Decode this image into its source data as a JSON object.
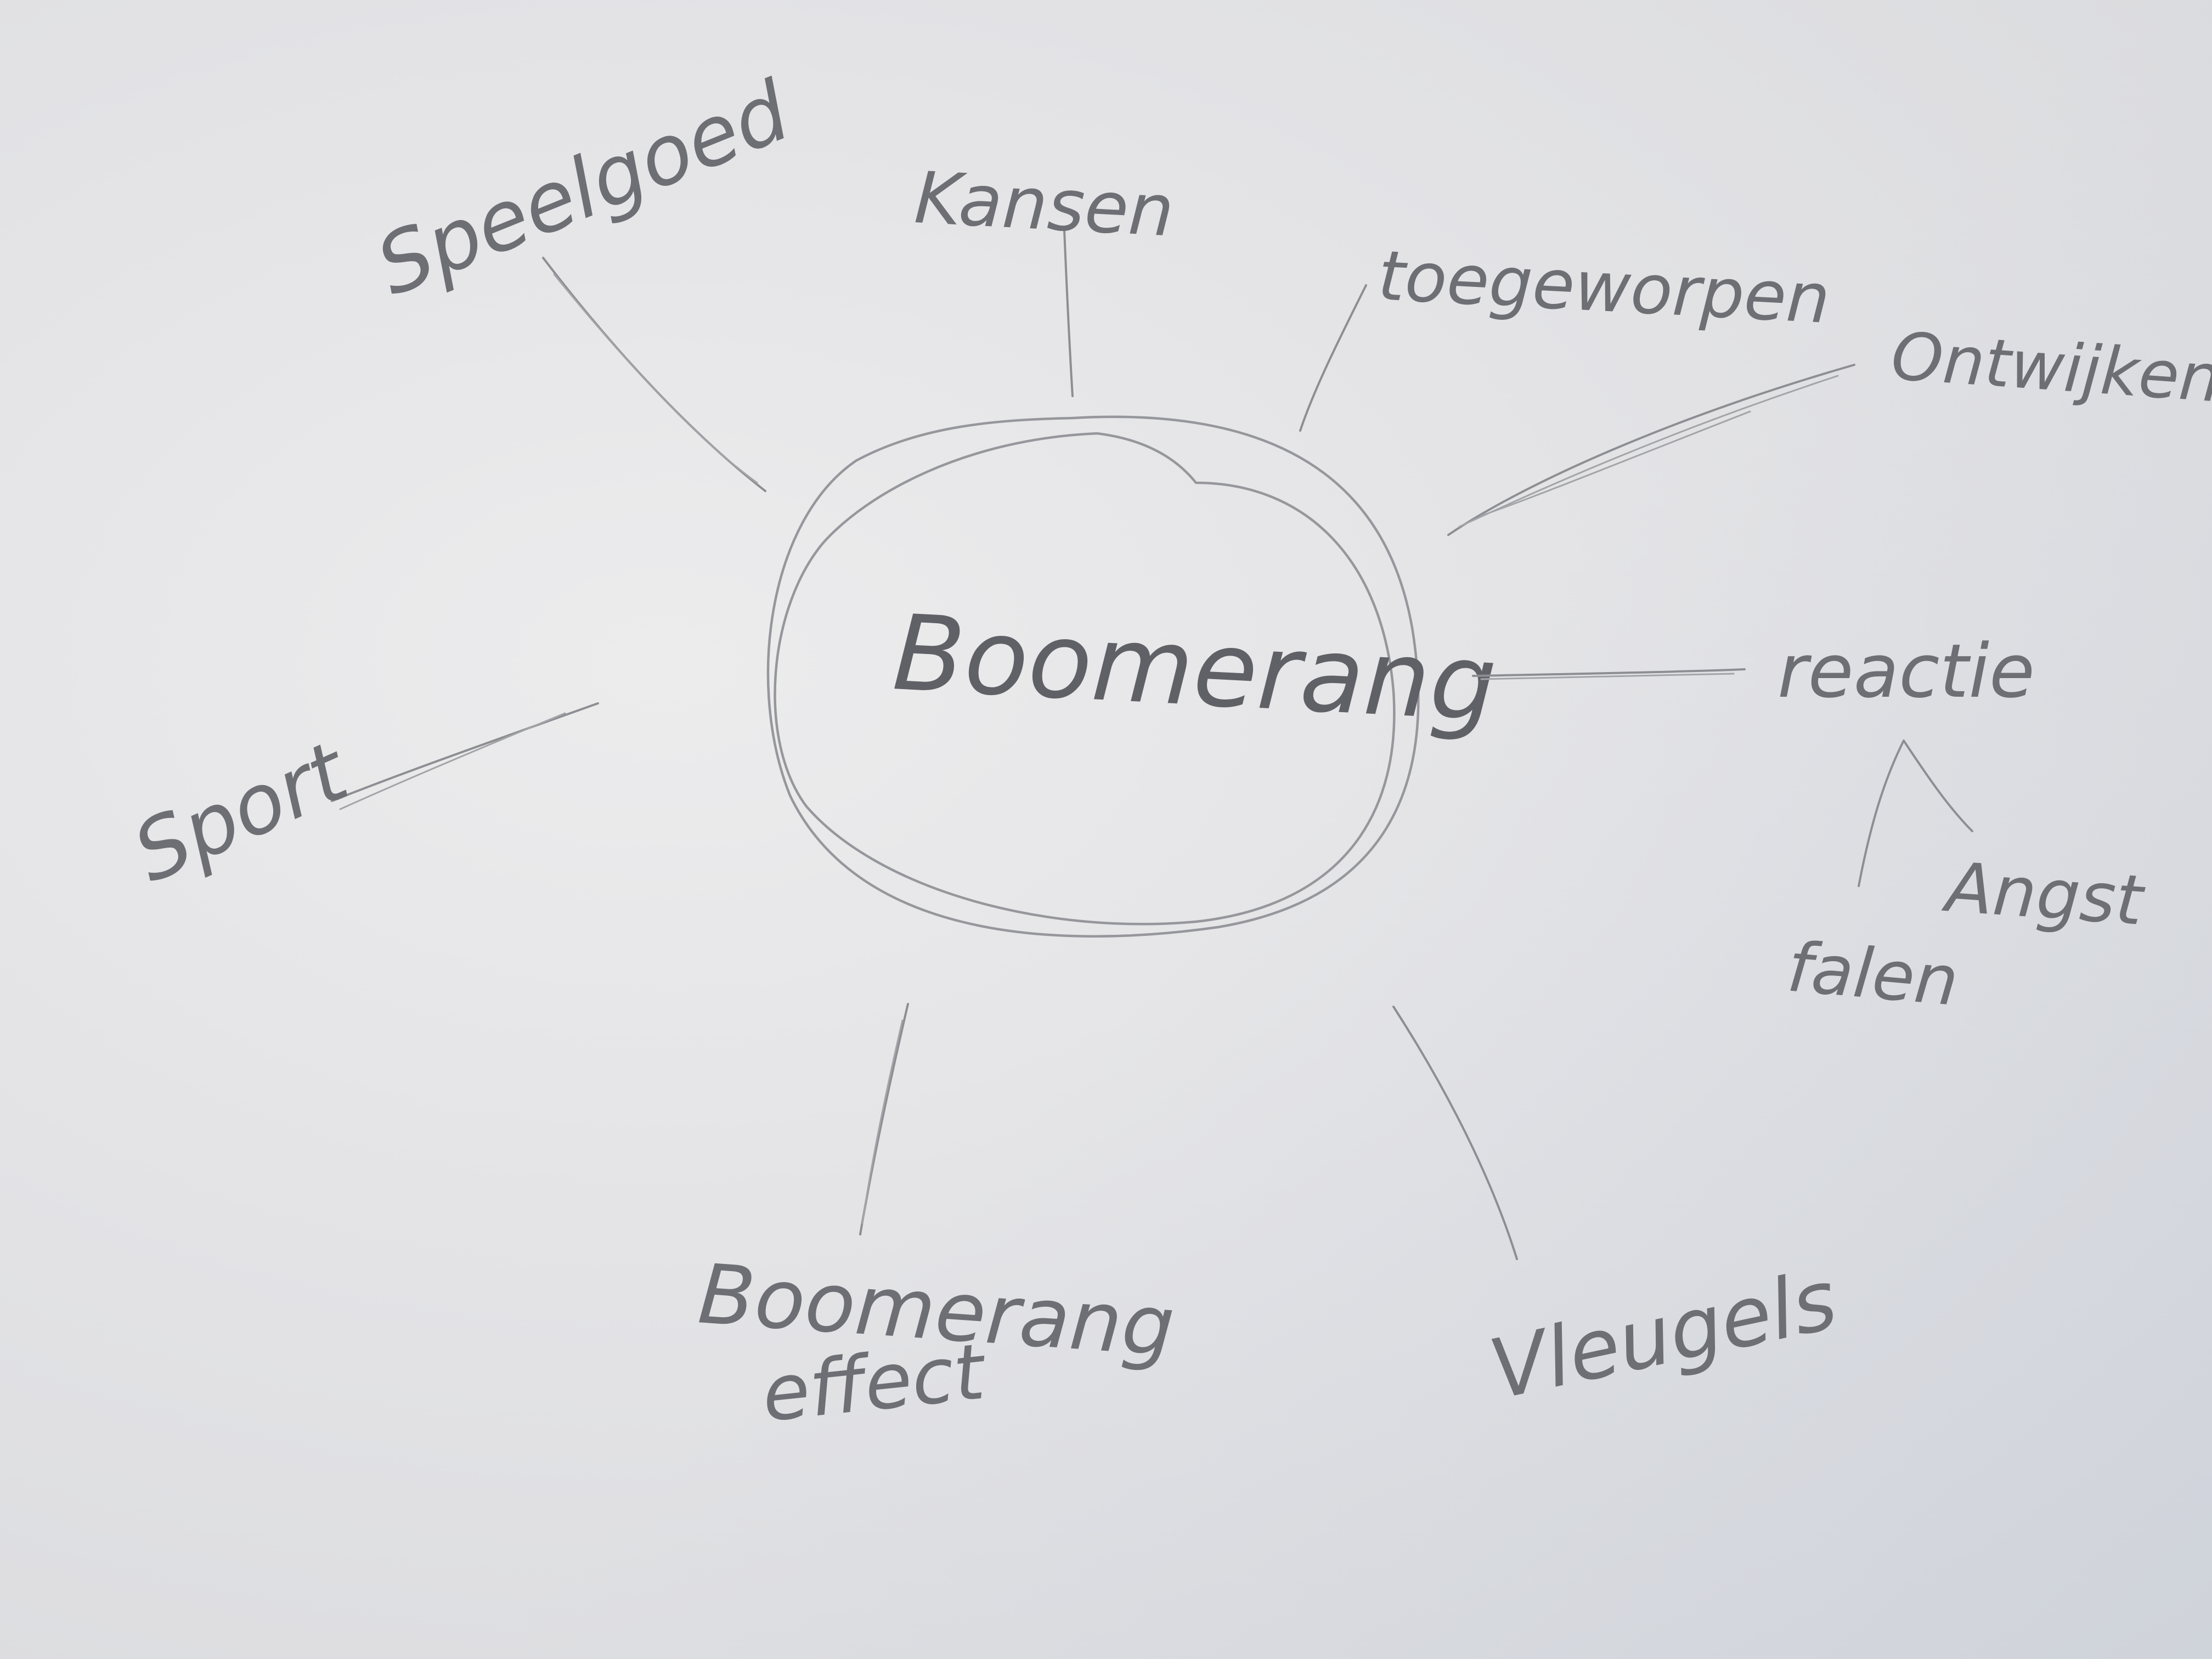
{
  "diagram": {
    "center": {
      "label": "Boomerang"
    },
    "branches": [
      {
        "id": "speelgoed",
        "label": "Speelgoed"
      },
      {
        "id": "kansen",
        "label": "Kansen"
      },
      {
        "id": "toegeworpen",
        "label": "toegeworpen"
      },
      {
        "id": "ontwijken",
        "label": "Ontwijken"
      },
      {
        "id": "reactie",
        "label": "reactie"
      },
      {
        "id": "angst",
        "label": "Angst"
      },
      {
        "id": "falen",
        "label": "falen"
      },
      {
        "id": "vleugels",
        "label": "Vleugels"
      },
      {
        "id": "boomerang-effect",
        "label_line1": "Boomerang",
        "label_line2": "effect"
      },
      {
        "id": "sport",
        "label": "Sport"
      }
    ],
    "colors": {
      "pencil": "#8d8e93",
      "paper": "#e4e4e7"
    }
  }
}
